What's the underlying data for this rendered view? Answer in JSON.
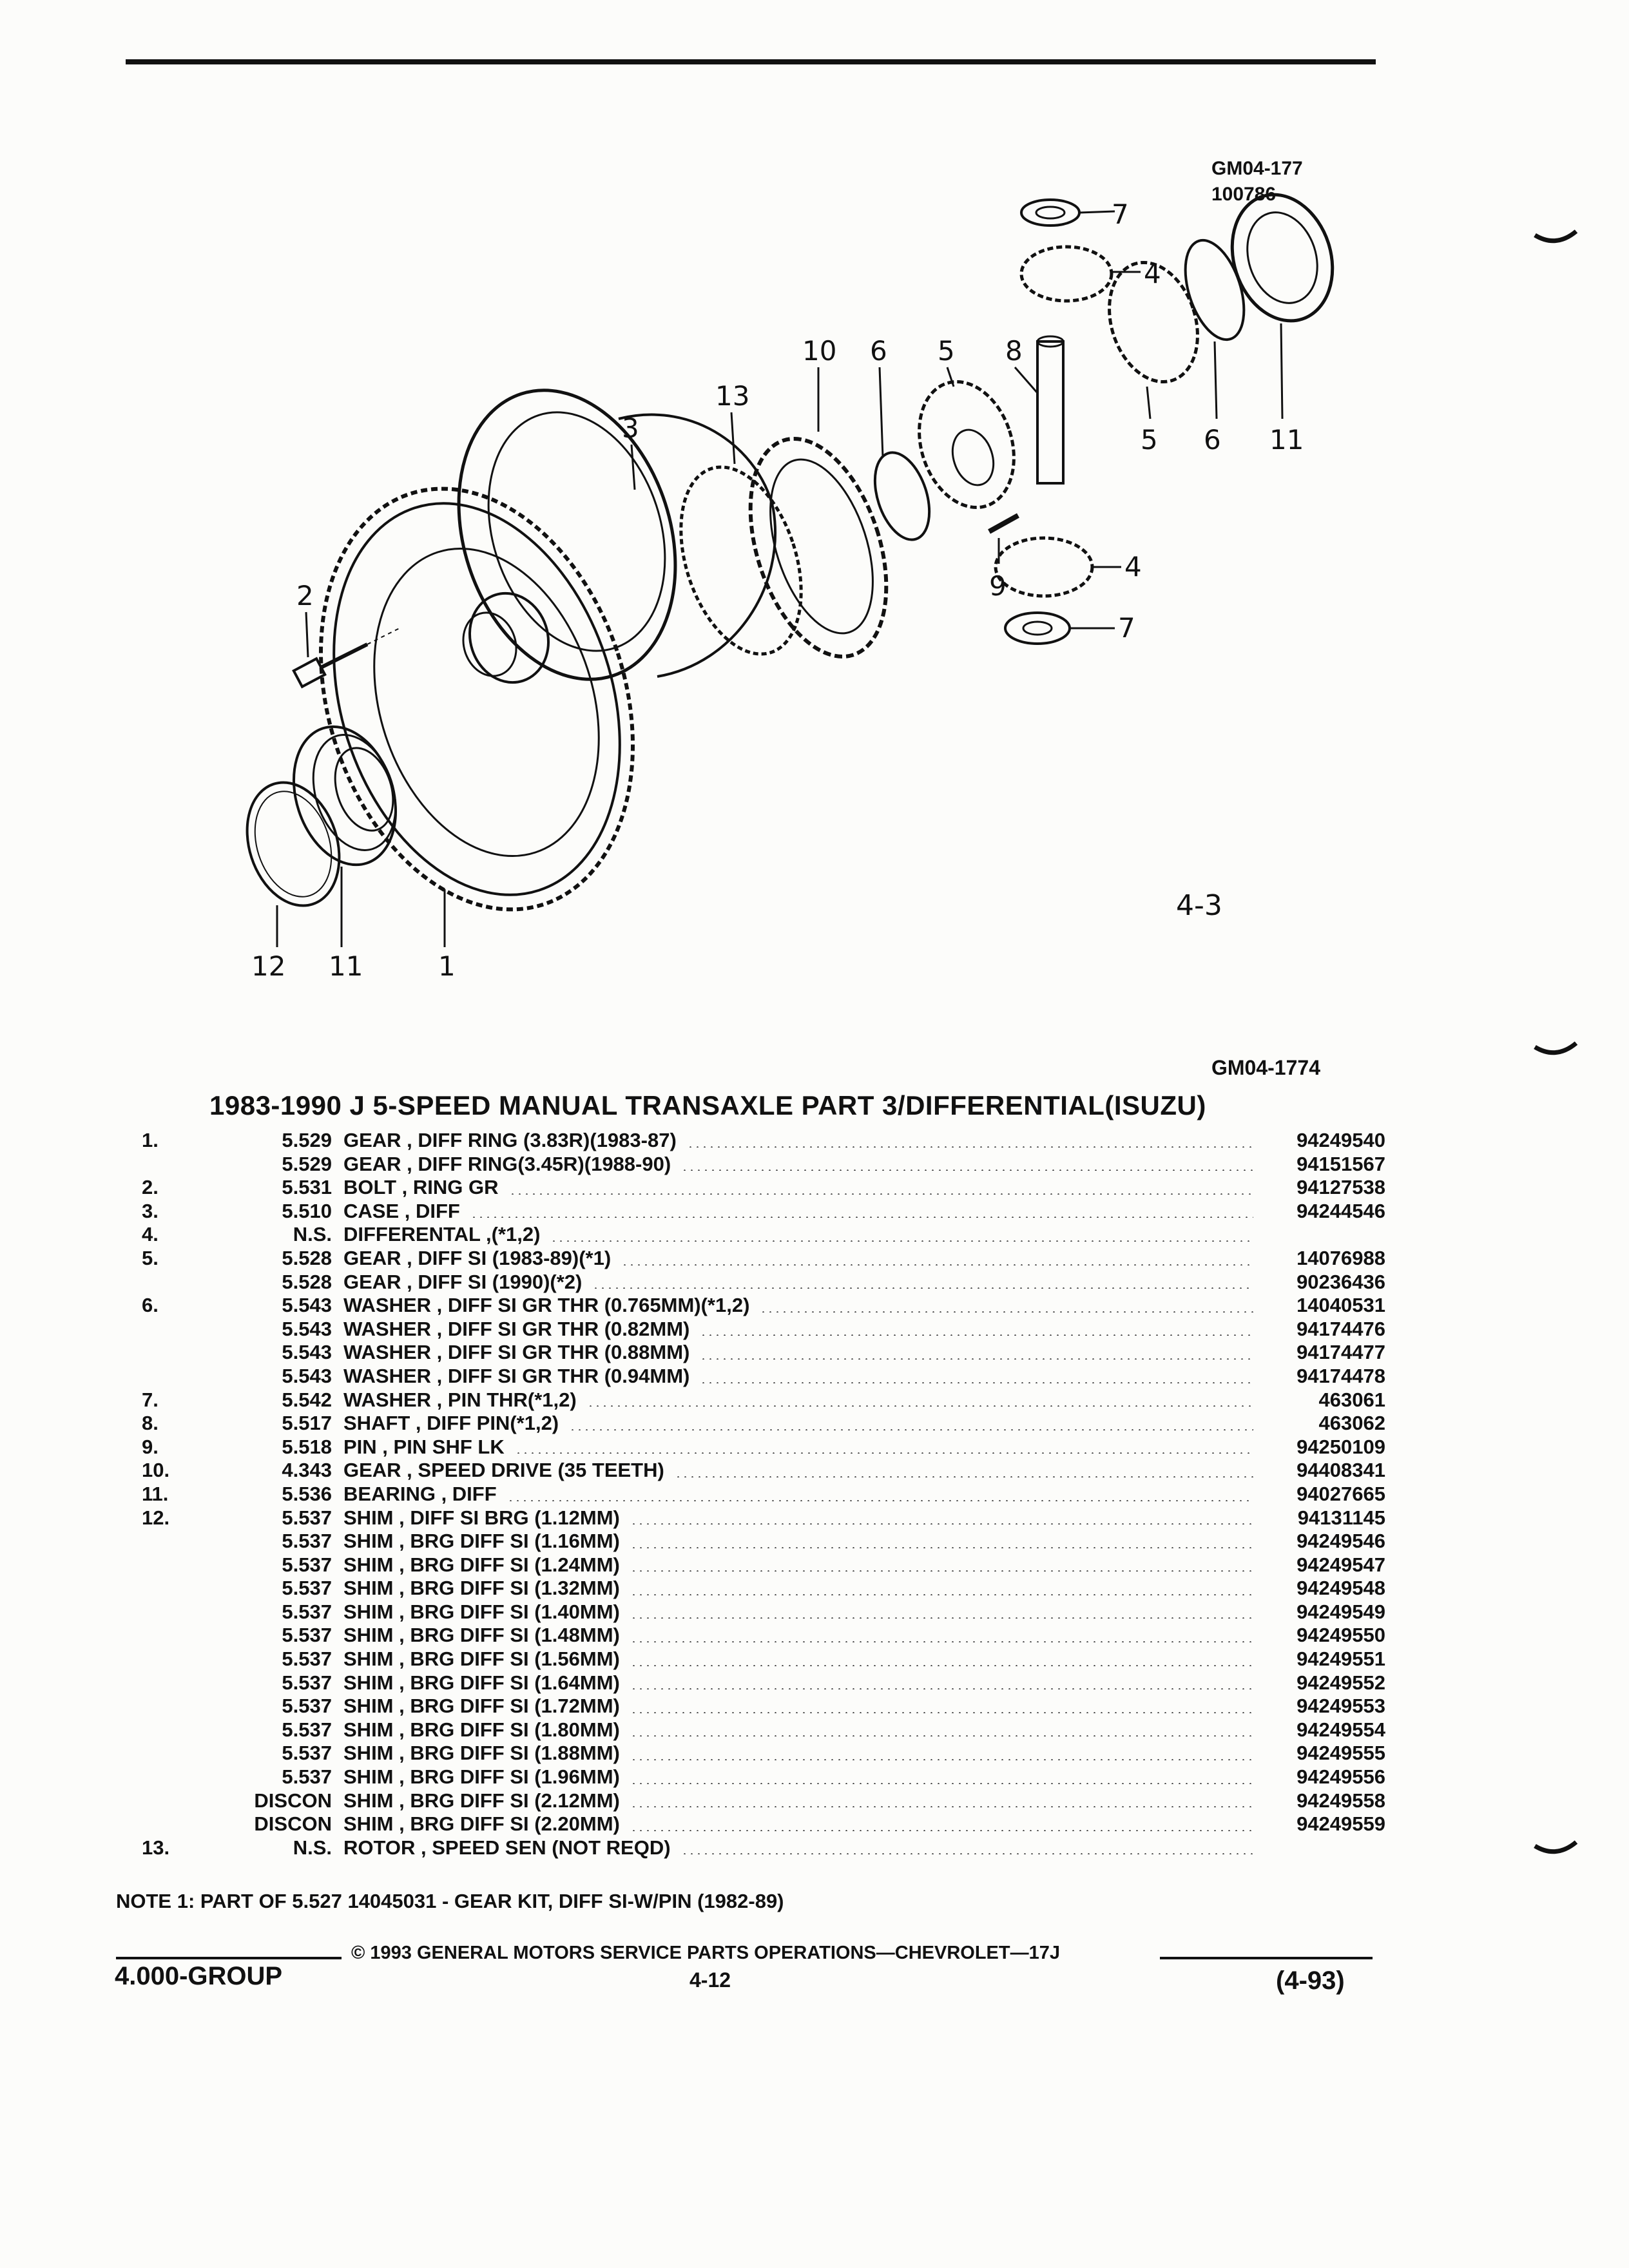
{
  "diagram": {
    "ref_code": "GM04-177",
    "ref_number": "100786",
    "fig_label": "4-3",
    "figure_id": "GM04-1774",
    "callouts": [
      "1",
      "2",
      "3",
      "4",
      "4",
      "5",
      "5",
      "6",
      "6",
      "7",
      "7",
      "8",
      "9",
      "10",
      "11",
      "11",
      "12",
      "13"
    ]
  },
  "title": "1983-1990 J 5-SPEED MANUAL TRANSAXLE PART 3/DIFFERENTIAL(ISUZU)",
  "parts": [
    {
      "no": "1.",
      "code": "5.529",
      "desc": "GEAR , DIFF RING (3.83R)(1983-87)",
      "pn": "94249540"
    },
    {
      "no": "",
      "code": "5.529",
      "desc": "GEAR , DIFF RING(3.45R)(1988-90)",
      "pn": "94151567"
    },
    {
      "no": "2.",
      "code": "5.531",
      "desc": "BOLT , RING GR",
      "pn": "94127538"
    },
    {
      "no": "3.",
      "code": "5.510",
      "desc": "CASE , DIFF",
      "pn": "94244546"
    },
    {
      "no": "4.",
      "code": "N.S.",
      "desc": "DIFFERENTAL ,(*1,2)",
      "pn": ""
    },
    {
      "no": "5.",
      "code": "5.528",
      "desc": "GEAR , DIFF SI (1983-89)(*1)",
      "pn": "14076988"
    },
    {
      "no": "",
      "code": "5.528",
      "desc": "GEAR , DIFF SI (1990)(*2)",
      "pn": "90236436"
    },
    {
      "no": "6.",
      "code": "5.543",
      "desc": "WASHER , DIFF SI GR THR (0.765MM)(*1,2)",
      "pn": "14040531"
    },
    {
      "no": "",
      "code": "5.543",
      "desc": "WASHER , DIFF SI GR THR (0.82MM)",
      "pn": "94174476"
    },
    {
      "no": "",
      "code": "5.543",
      "desc": "WASHER , DIFF SI GR THR (0.88MM)",
      "pn": "94174477"
    },
    {
      "no": "",
      "code": "5.543",
      "desc": "WASHER , DIFF SI GR THR (0.94MM)",
      "pn": "94174478"
    },
    {
      "no": "7.",
      "code": "5.542",
      "desc": "WASHER , PIN THR(*1,2)",
      "pn": "463061"
    },
    {
      "no": "8.",
      "code": "5.517",
      "desc": "SHAFT , DIFF PIN(*1,2)",
      "pn": "463062"
    },
    {
      "no": "9.",
      "code": "5.518",
      "desc": "PIN , PIN SHF LK",
      "pn": "94250109"
    },
    {
      "no": "10.",
      "code": "4.343",
      "desc": "GEAR , SPEED DRIVE (35 TEETH)",
      "pn": "94408341"
    },
    {
      "no": "11.",
      "code": "5.536",
      "desc": "BEARING , DIFF",
      "pn": "94027665"
    },
    {
      "no": "12.",
      "code": "5.537",
      "desc": "SHIM , DIFF SI BRG (1.12MM)",
      "pn": "94131145"
    },
    {
      "no": "",
      "code": "5.537",
      "desc": "SHIM , BRG DIFF SI (1.16MM)",
      "pn": "94249546"
    },
    {
      "no": "",
      "code": "5.537",
      "desc": "SHIM , BRG DIFF SI (1.24MM)",
      "pn": "94249547"
    },
    {
      "no": "",
      "code": "5.537",
      "desc": "SHIM , BRG DIFF SI (1.32MM)",
      "pn": "94249548"
    },
    {
      "no": "",
      "code": "5.537",
      "desc": "SHIM , BRG DIFF SI (1.40MM)",
      "pn": "94249549"
    },
    {
      "no": "",
      "code": "5.537",
      "desc": "SHIM , BRG DIFF SI (1.48MM)",
      "pn": "94249550"
    },
    {
      "no": "",
      "code": "5.537",
      "desc": "SHIM , BRG DIFF SI (1.56MM)",
      "pn": "94249551"
    },
    {
      "no": "",
      "code": "5.537",
      "desc": "SHIM , BRG DIFF SI (1.64MM)",
      "pn": "94249552"
    },
    {
      "no": "",
      "code": "5.537",
      "desc": "SHIM , BRG DIFF SI (1.72MM)",
      "pn": "94249553"
    },
    {
      "no": "",
      "code": "5.537",
      "desc": "SHIM , BRG DIFF SI (1.80MM)",
      "pn": "94249554"
    },
    {
      "no": "",
      "code": "5.537",
      "desc": "SHIM , BRG DIFF SI (1.88MM)",
      "pn": "94249555"
    },
    {
      "no": "",
      "code": "5.537",
      "desc": "SHIM , BRG DIFF SI (1.96MM)",
      "pn": "94249556"
    },
    {
      "no": "",
      "code": "DISCON",
      "desc": "SHIM , BRG DIFF SI (2.12MM)",
      "pn": "94249558"
    },
    {
      "no": "",
      "code": "DISCON",
      "desc": "SHIM , BRG DIFF SI (2.20MM)",
      "pn": "94249559"
    },
    {
      "no": "13.",
      "code": "N.S.",
      "desc": "ROTOR , SPEED SEN (NOT REQD)",
      "pn": ""
    }
  ],
  "note": "NOTE  1:  PART OF 5.527 14045031 - GEAR KIT, DIFF SI-W/PIN (1982-89)",
  "footer": {
    "copyright": "© 1993  GENERAL MOTORS SERVICE PARTS OPERATIONS—CHEVROLET—17J",
    "group": "4.000-GROUP",
    "page": "4-12",
    "revision": "(4-93)"
  }
}
